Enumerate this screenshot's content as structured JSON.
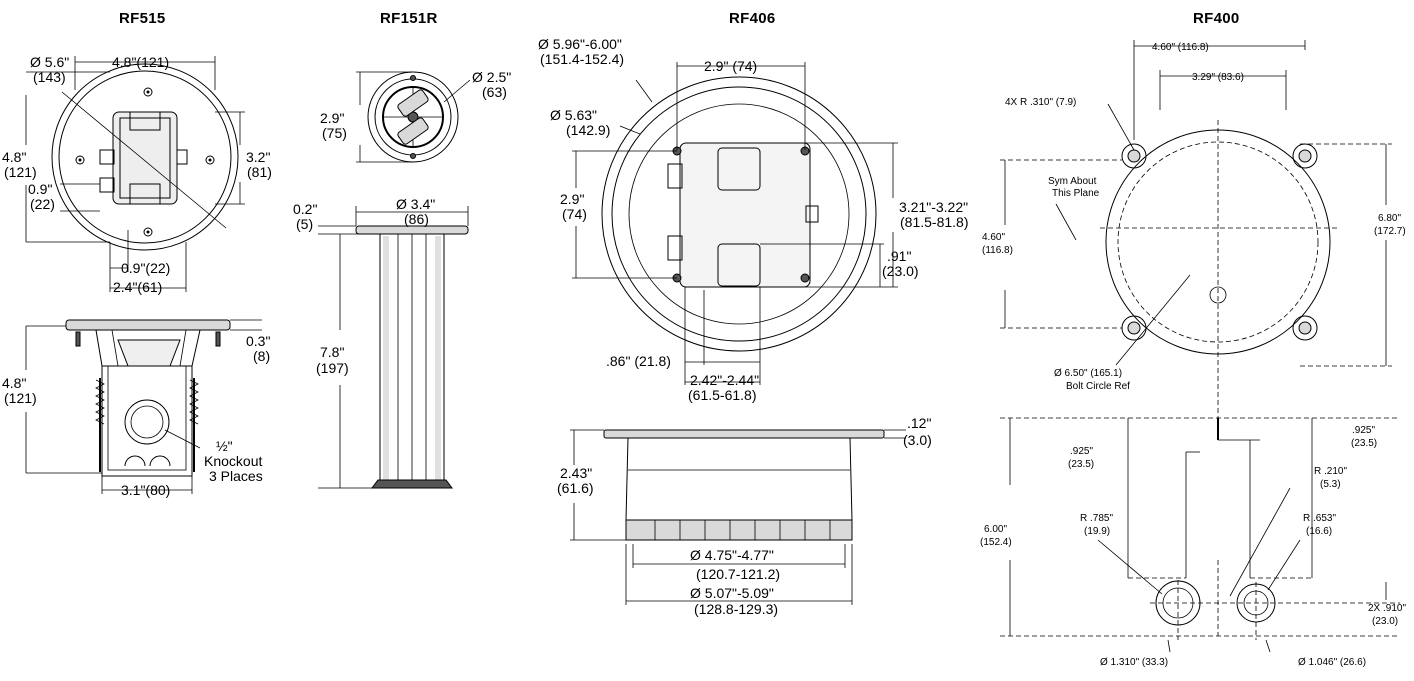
{
  "titles": {
    "rf515": "RF515",
    "rf151r": "RF151R",
    "rf406": "RF406",
    "rf400": "RF400"
  },
  "rf515": {
    "dia_a": "Ø 5.6\"",
    "dia_b": "(143)",
    "top_w": "4.8\"(121)",
    "left_a": "4.8\"",
    "left_b": "(121)",
    "right_a": "3.2\"",
    "right_b": "(81)",
    "knock_a": "0.9\"",
    "knock_b": "(22)",
    "bot1": "0.9\"(22)",
    "bot2": "2.4\"(61)",
    "side_r_a": "0.3\"",
    "side_r_b": "(8)",
    "side_l_a": "4.8\"",
    "side_l_b": "(121)",
    "ko_a": "½\"",
    "ko_b": "Knockout",
    "ko_c": "3 Places",
    "base": "3.1\"(80)"
  },
  "rf151r": {
    "dia_a": "Ø 2.5\"",
    "dia_b": "(63)",
    "h_a": "2.9\"",
    "h_b": "(75)",
    "flange_a": "0.2\"",
    "flange_b": "(5)",
    "top_a": "Ø 3.4\"",
    "top_b": "(86)",
    "len_a": "7.8\"",
    "len_b": "(197)"
  },
  "rf406": {
    "outer_a": "Ø 5.96\"-6.00\"",
    "outer_b": "(151.4-152.4)",
    "inner_a": "Ø 5.63\"",
    "inner_b": "(142.9)",
    "top_w": "2.9\" (74)",
    "left_a": "2.9\"",
    "left_b": "(74)",
    "right_a": "3.21\"-3.22\"",
    "right_b": "(81.5-81.8)",
    "small_a": ".91\"",
    "small_b": "(23.0)",
    "bl": ".86\" (21.8)",
    "bot_a": "2.42\"-2.44\"",
    "bot_b": "(61.5-61.8)",
    "th_a": ".12\"",
    "th_b": "(3.0)",
    "h_a": "2.43\"",
    "h_b": "(61.6)",
    "d1_a": "Ø 4.75\"-4.77\"",
    "d1_b": "(120.7-121.2)",
    "d2_a": "Ø 5.07\"-5.09\"",
    "d2_b": "(128.8-129.3)"
  },
  "rf400": {
    "w1": "4.60\" (116.8)",
    "w2": "3.29\" (83.6)",
    "r310": "4X R .310\" (7.9)",
    "sym_a": "Sym About",
    "sym_b": "This Plane",
    "left_a": "4.60\"",
    "left_b": "(116.8)",
    "right_a": "6.80\"",
    "right_b": "(172.7)",
    "bolt_a": "Ø 6.50\" (165.1)",
    "bolt_b": "Bolt Circle Ref",
    "a925_a": ".925\"",
    "a925_b": "(23.5)",
    "b925_a": ".925\"",
    "b925_b": "(23.5)",
    "r210_a": "R .210\"",
    "r210_b": "(5.3)",
    "h_a": "6.00\"",
    "h_b": "(152.4)",
    "r785_a": "R .785\"",
    "r785_b": "(19.9)",
    "r653_a": "R .653\"",
    "r653_b": "(16.6)",
    "x910_a": "2X .910\"",
    "x910_b": "(23.0)",
    "d1310": "Ø 1.310\" (33.3)",
    "d1046": "Ø 1.046\" (26.6)"
  }
}
